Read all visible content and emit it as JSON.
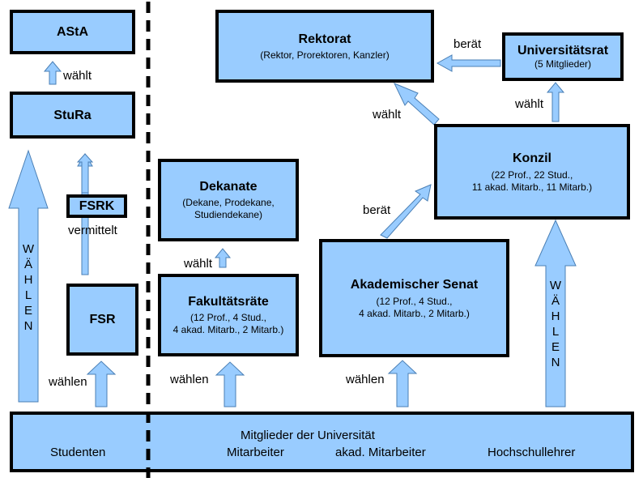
{
  "boxes": {
    "asta": {
      "title": "AStA"
    },
    "stura": {
      "title": "StuRa"
    },
    "fsrk": {
      "title": "FSRK"
    },
    "fsr": {
      "title": "FSR"
    },
    "dekanate": {
      "title": "Dekanate",
      "lines": [
        "(Dekane, Prodekane,",
        "Studiendekane)"
      ]
    },
    "fakultaetsraete": {
      "title": "Fakultätsräte",
      "lines": [
        "(12 Prof., 4 Stud.,",
        "4 akad. Mitarb., 2 Mitarb.)"
      ]
    },
    "rektorat": {
      "title": "Rektorat",
      "lines": [
        "(Rektor, Prorektoren, Kanzler)"
      ]
    },
    "universitaetsrat": {
      "title": "Universitätsrat",
      "lines": [
        "(5 Mitglieder)"
      ]
    },
    "konzil": {
      "title": "Konzil",
      "lines": [
        "(22 Prof., 22 Stud.,",
        "11 akad. Mitarb., 11 Mitarb.)"
      ]
    },
    "senat": {
      "title": "Akademischer Senat",
      "lines": [
        "(12 Prof., 4 Stud.,",
        "4 akad. Mitarb., 2 Mitarb.)"
      ]
    }
  },
  "labels": {
    "waehlt_asta": "wählt",
    "vermittelt": "vermittelt",
    "waehlen_fsr": "wählen",
    "waehlt_dekanate": "wählt",
    "waehlen_fak": "wählen",
    "waehlen_senat": "wählen",
    "beraet_senat": "berät",
    "waehlt_rektorat": "wählt",
    "beraet_unirat": "berät",
    "waehlt_unirat": "wählt"
  },
  "vertical_text": {
    "left": [
      "W",
      "Ä",
      "H",
      "L",
      "E",
      "N"
    ],
    "right": [
      "W",
      "Ä",
      "H",
      "L",
      "E",
      "N"
    ]
  },
  "bottom": {
    "title": "Mitglieder der Universität",
    "groups": [
      "Studenten",
      "Mitarbeiter",
      "akad. Mitarbeiter",
      "Hochschullehrer"
    ]
  },
  "colors": {
    "box_fill": "#99ccff",
    "border": "#000000"
  }
}
